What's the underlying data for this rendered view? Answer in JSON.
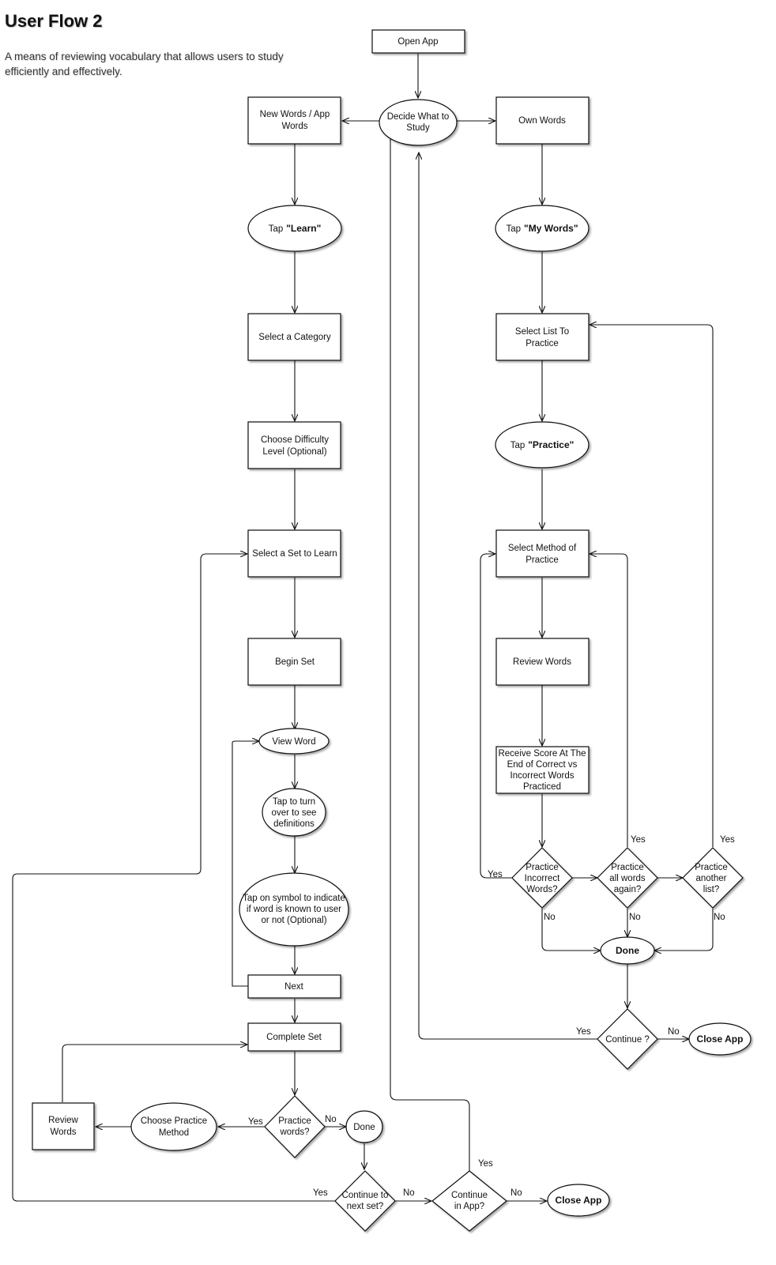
{
  "header": {
    "title": "User Flow 2",
    "subtitle": "A means of reviewing vocabulary that allows users to study efficiently and effectively."
  },
  "nodes": {
    "open_app": "Open App",
    "decide": [
      "Decide What to",
      "Study"
    ],
    "new_words": [
      "New Words / App",
      "Words"
    ],
    "own_words": "Own Words",
    "tap_learn_prefix": "Tap",
    "tap_learn_bold": "\"Learn\"",
    "select_category": "Select a Category",
    "choose_difficulty": [
      "Choose Difficulty",
      "Level (Optional)"
    ],
    "select_set": "Select a Set to Learn",
    "begin_set": "Begin Set",
    "view_word": "View Word",
    "tap_turn": [
      "Tap to turn",
      "over to see",
      "definitions"
    ],
    "tap_symbol": [
      "Tap on symbol to indicate",
      "if word is known to user",
      "or not (Optional)"
    ],
    "next": "Next",
    "complete_set": "Complete Set",
    "practice_words": [
      "Practice",
      "words?"
    ],
    "done_left": "Done",
    "choose_method": [
      "Choose Practice",
      "Method"
    ],
    "review_words_left": [
      "Review",
      "Words"
    ],
    "continue_next_set": [
      "Continue to",
      "next set?"
    ],
    "continue_in_app": [
      "Continue",
      "in App?"
    ],
    "close_app_bottom": "Close App",
    "tap_mywords_prefix": "Tap",
    "tap_mywords_bold": "\"My Words\"",
    "select_list": [
      "Select List To",
      "Practice"
    ],
    "tap_practice_prefix": "Tap",
    "tap_practice_bold": "\"Practice\"",
    "select_method": [
      "Select Method of",
      "Practice"
    ],
    "review_words_right": "Review Words",
    "receive_score": [
      "Receive Score At The",
      "End of Correct vs",
      "Incorrect Words",
      "Practiced"
    ],
    "practice_incorrect": [
      "Practice",
      "Incorrect",
      "Words?"
    ],
    "practice_all": [
      "Practice",
      "all words",
      "again?"
    ],
    "practice_another": [
      "Practice",
      "another",
      "list?"
    ],
    "done_right": "Done",
    "continue_right": "Continue ?",
    "close_app_right": "Close App"
  },
  "edge_labels": {
    "yes": "Yes",
    "no": "No"
  }
}
